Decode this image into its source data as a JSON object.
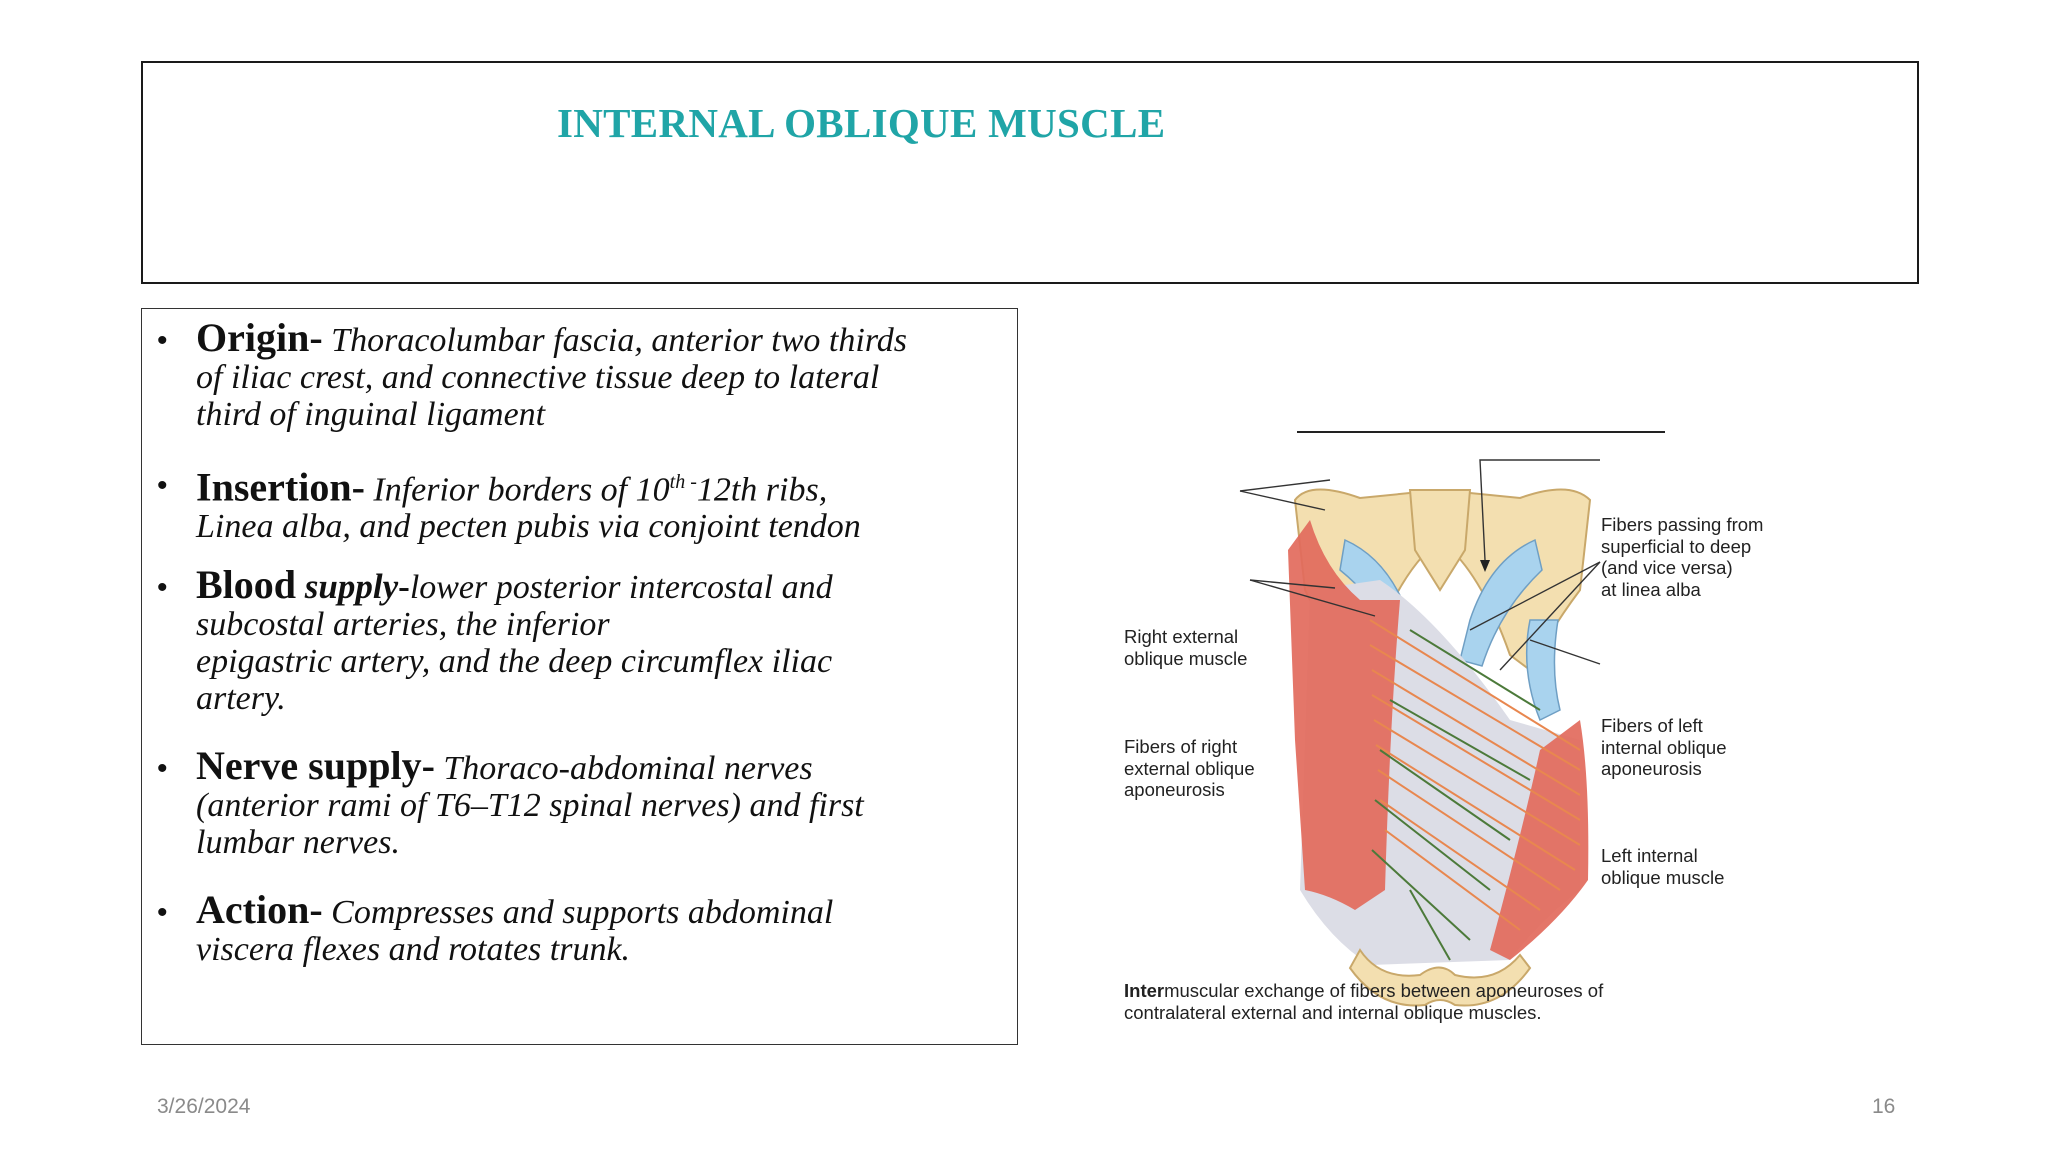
{
  "slide": {
    "title": "INTERNAL OBLIQUE MUSCLE",
    "bullets": [
      {
        "label": "Origin-",
        "lines": [
          " Thoracolumbar fascia, anterior two thirds",
          "of iliac crest, and connective tissue deep to lateral",
          "third of inguinal ligament"
        ]
      },
      {
        "label": "Insertion-",
        "line1_pre": " Inferior borders of 10",
        "line1_sup": "th -",
        "line1_post": "12th ribs,",
        "line2": "Linea alba, and pecten pubis via conjoint tendon"
      },
      {
        "label": "Blood",
        "label_italic": " supply",
        "label_dash": "-",
        "lines": [
          "lower posterior intercostal and",
          "subcostal arteries, the inferior",
          "epigastric artery, and the deep circumflex iliac",
          "artery."
        ]
      },
      {
        "label": "Nerve supply-",
        "lines": [
          " Thoraco-abdominal nerves",
          "(anterior rami of T6–T12 spinal nerves) and first",
          "lumbar nerves."
        ]
      },
      {
        "label": "Action-",
        "lines": [
          " Compresses and supports abdominal",
          "viscera flexes and rotates trunk."
        ]
      }
    ]
  },
  "figure": {
    "labels": {
      "right_external": [
        "Right external",
        "oblique muscle"
      ],
      "fibers_right": [
        "Fibers of right",
        "external oblique",
        "aponeurosis"
      ],
      "fibers_passing": [
        "Fibers passing from",
        "superficial to deep",
        "(and vice versa)",
        "at linea alba"
      ],
      "fibers_left": [
        "Fibers of left",
        "internal oblique",
        "aponeurosis"
      ],
      "left_internal": [
        "Left internal",
        "oblique muscle"
      ]
    },
    "caption_bold": "Inter",
    "caption_line1": "muscular exchange of fibers between aponeuroses of",
    "caption_line2": "contralateral external and internal oblique muscles.",
    "colors": {
      "muscle": "#e26a5c",
      "aponeurosis": "#dcdde6",
      "cartilage": "#a9d3ee",
      "bone": "#f3dfb0",
      "fiber_orange": "#e8874f",
      "fiber_green": "#4c7a3a"
    }
  },
  "footer": {
    "date": "3/26/2024",
    "page": "16"
  }
}
